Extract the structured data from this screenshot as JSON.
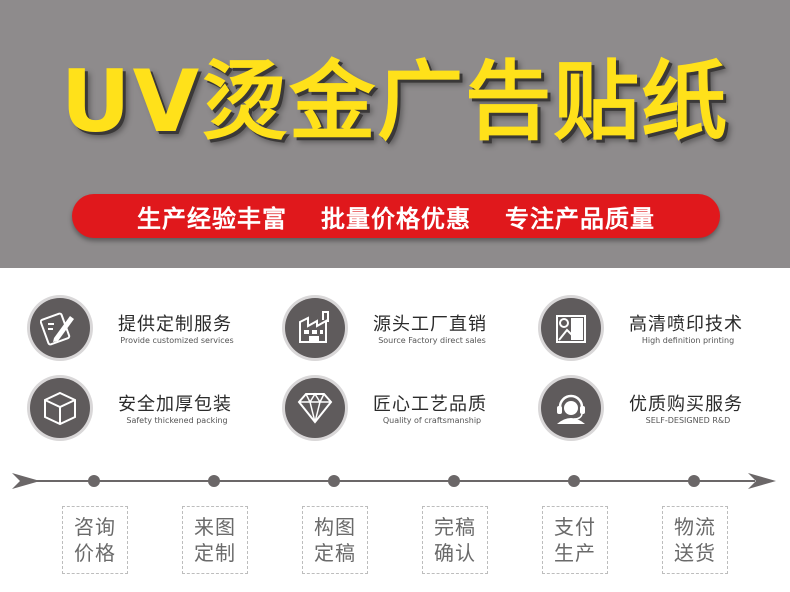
{
  "hero": {
    "title": "UV烫金广告贴纸",
    "title_color": "#ffe11a",
    "background": "#8e8b8c",
    "banner_color": "#e0181c",
    "slogans": [
      "生产经验丰富",
      "批量价格优惠",
      "专注产品质量"
    ]
  },
  "features": [
    {
      "title": "提供定制服务",
      "subtitle": "Provide customized services",
      "icon": "pen-ruler-icon"
    },
    {
      "title": "源头工厂直销",
      "subtitle": "Source Factory direct sales",
      "icon": "factory-icon"
    },
    {
      "title": "高清喷印技术",
      "subtitle": "High definition printing",
      "icon": "printer-icon"
    },
    {
      "title": "安全加厚包装",
      "subtitle": "Safety thickened packing",
      "icon": "box-icon"
    },
    {
      "title": "匠心工艺品质",
      "subtitle": "Quality of craftsmanship",
      "icon": "diamond-icon"
    },
    {
      "title": "优质购买服务",
      "subtitle": "SELF-DESIGNED R&D",
      "icon": "headset-agent-icon"
    }
  ],
  "process": {
    "steps": [
      {
        "line1": "咨询",
        "line2": "价格"
      },
      {
        "line1": "来图",
        "line2": "定制"
      },
      {
        "line1": "构图",
        "line2": "定稿"
      },
      {
        "line1": "完稿",
        "line2": "确认"
      },
      {
        "line1": "支付",
        "line2": "生产"
      },
      {
        "line1": "物流",
        "line2": "送货"
      }
    ]
  }
}
